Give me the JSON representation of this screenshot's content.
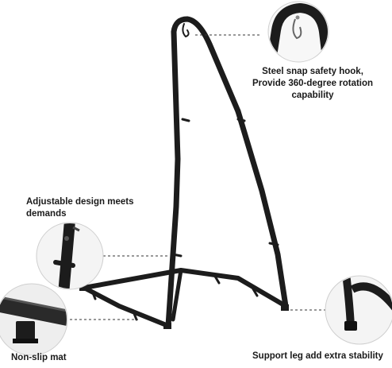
{
  "callouts": {
    "hook": {
      "lines": [
        "Steel snap safety hook,",
        "Provide 360-degree rotation",
        "capability"
      ],
      "icon": "snap-hook-icon"
    },
    "adjustable": {
      "lines": [
        "Adjustable design meets",
        "demands"
      ],
      "icon": "adjustable-pole-icon"
    },
    "mat": {
      "text": "Non-slip mat",
      "icon": "foot-pad-icon"
    },
    "leg": {
      "text": "Support leg add extra stability",
      "icon": "support-leg-icon"
    }
  },
  "colors": {
    "frame": "#1c1c1c",
    "background": "#ffffff",
    "text": "#1a1a1a",
    "dash": "#333333"
  }
}
